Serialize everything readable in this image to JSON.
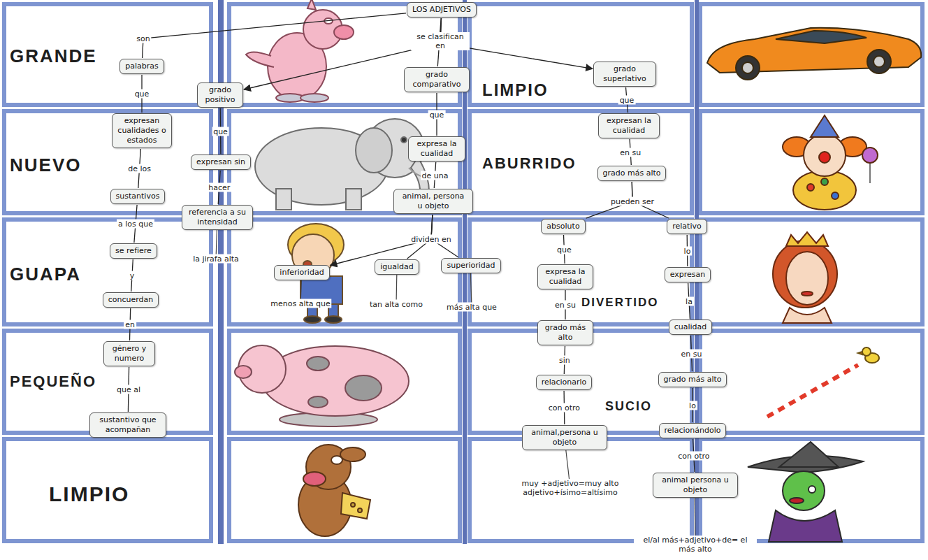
{
  "diagram": {
    "nodes": [
      {
        "text": [
          "LOS ADJETIVOS"
        ]
      },
      {
        "text": [
          "palabras"
        ]
      },
      {
        "text": [
          "expresan cualidades o estados"
        ]
      },
      {
        "text": [
          "sustantivos"
        ]
      },
      {
        "text": [
          "se refiere"
        ]
      },
      {
        "text": [
          "concuerdan"
        ]
      },
      {
        "text": [
          "género y numero"
        ]
      },
      {
        "text": [
          "sustantivo que acompañan"
        ]
      },
      {
        "text": [
          "grado positivo"
        ]
      },
      {
        "text": [
          "expresan sin"
        ]
      },
      {
        "text": [
          "referencia a su intensidad"
        ]
      },
      {
        "text": [
          "grado comparativo"
        ]
      },
      {
        "text": [
          "expresa la cualidad"
        ]
      },
      {
        "text": [
          "animal, persona u objeto"
        ]
      },
      {
        "text": [
          "inferioridad"
        ]
      },
      {
        "text": [
          "igualdad"
        ]
      },
      {
        "text": [
          "superioridad"
        ]
      },
      {
        "text": [
          "grado superlativo"
        ]
      },
      {
        "text": [
          "expresan la cualidad"
        ]
      },
      {
        "text": [
          "grado más alto"
        ]
      },
      {
        "text": [
          "absoluto"
        ]
      },
      {
        "text": [
          "relativo"
        ]
      },
      {
        "text": [
          "expresa la cualidad"
        ]
      },
      {
        "text": [
          "grado más alto"
        ]
      },
      {
        "text": [
          "relacionarlo"
        ]
      },
      {
        "text": [
          "animal,persona u objeto"
        ]
      },
      {
        "text": [
          "expresan"
        ]
      },
      {
        "text": [
          "cualidad"
        ]
      },
      {
        "text": [
          "grado más alto"
        ]
      },
      {
        "text": [
          "relacionándolo"
        ]
      },
      {
        "text": [
          "animal persona u objeto"
        ]
      }
    ],
    "edges": [
      {
        "from": 0,
        "to": 1,
        "label": "son",
        "arrow": "none"
      },
      {
        "from": 1,
        "to": 2,
        "label": "que",
        "arrow": "none"
      },
      {
        "from": 2,
        "to": 3,
        "label": "de los",
        "arrow": "none"
      },
      {
        "from": 3,
        "to": 4,
        "label": "a los que",
        "arrow": "none"
      },
      {
        "from": 4,
        "to": 5,
        "label": "y",
        "arrow": "none"
      },
      {
        "from": 5,
        "to": 6,
        "label": "en",
        "arrow": "none"
      },
      {
        "from": 6,
        "to": 7,
        "label": "que al",
        "arrow": "none"
      },
      {
        "from": 0,
        "to": 8,
        "arrow": "to"
      },
      {
        "from": 0,
        "to": 11,
        "label": "se clasifican en",
        "arrow": "none"
      },
      {
        "from": 0,
        "to": 17,
        "arrow": "to"
      },
      {
        "from": 8,
        "to": 9,
        "label": "que",
        "arrow": "none"
      },
      {
        "from": 9,
        "to": 10,
        "label": "hacer",
        "arrow": "none"
      },
      {
        "from": 11,
        "to": 12,
        "label": "que",
        "arrow": "none"
      },
      {
        "from": 12,
        "to": 13,
        "label": "de una",
        "arrow": "none"
      },
      {
        "from": 13,
        "to": 14,
        "arrow": "to"
      },
      {
        "from": 13,
        "to": 15,
        "label": "dividen en",
        "arrow": "none"
      },
      {
        "from": 13,
        "to": 16,
        "arrow": "none"
      },
      {
        "from": 17,
        "to": 18,
        "label": "que",
        "arrow": "none"
      },
      {
        "from": 18,
        "to": 19,
        "label": "en su",
        "arrow": "none"
      },
      {
        "from": 19,
        "to": 20,
        "label": "pueden ser",
        "arrow": "none"
      },
      {
        "from": 19,
        "to": 21,
        "arrow": "none"
      },
      {
        "from": 20,
        "to": 22,
        "label": "que",
        "arrow": "none"
      },
      {
        "from": 22,
        "to": 23,
        "label": "en su",
        "arrow": "none"
      },
      {
        "from": 23,
        "to": 24,
        "label": "sin",
        "arrow": "none"
      },
      {
        "from": 24,
        "to": 25,
        "label": "con otro",
        "arrow": "none"
      },
      {
        "from": 21,
        "to": 26,
        "label": "lo",
        "arrow": "none"
      },
      {
        "from": 26,
        "to": 27,
        "label": "la",
        "arrow": "none"
      },
      {
        "from": 27,
        "to": 28,
        "label": "en su",
        "arrow": "none"
      },
      {
        "from": 28,
        "to": 29,
        "label": "lo",
        "arrow": "none"
      },
      {
        "from": 29,
        "to": 30,
        "label": "con otro",
        "arrow": "none"
      }
    ],
    "labels": [
      "la jirafa alta",
      "menos alta que",
      "tan alta como",
      "más alta que",
      "muy +adjetivo=muy alto adjetivo+ísimo=altísimo",
      "el/al más+adjetivo+de= el más alto",
      "GRANDE",
      "NUEVO",
      "GUAPA",
      "PEQUEÑO",
      "LIMPIO",
      "LIMPIO",
      "ABURRIDO",
      "DIVERTIDO",
      "SUCIO"
    ]
  }
}
